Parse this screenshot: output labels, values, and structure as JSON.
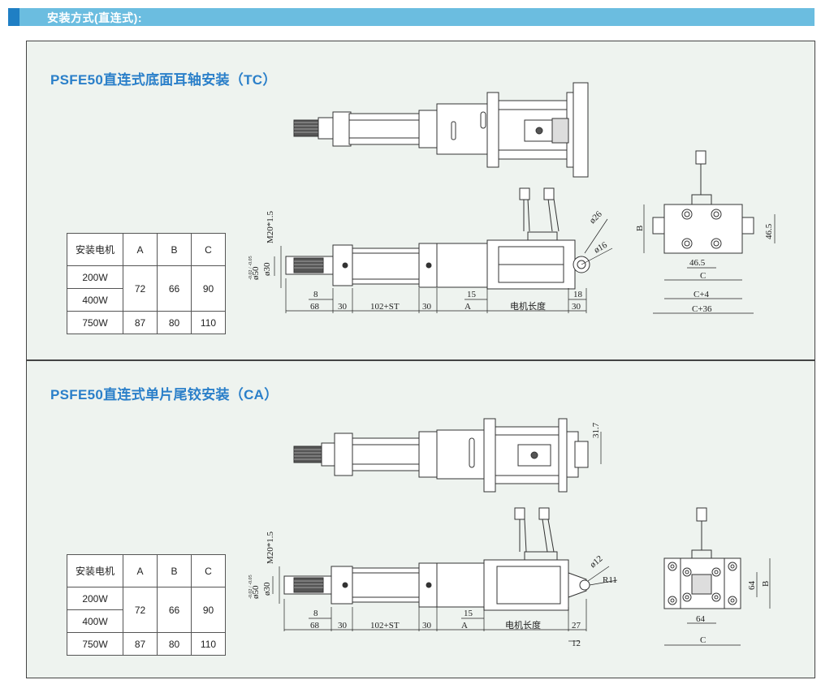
{
  "header": {
    "title": "安装方式(直连式):"
  },
  "sections": [
    {
      "title": "PSFE50直连式底面耳轴安装（TC）",
      "table": {
        "headers": [
          "安装电机",
          "A",
          "B",
          "C"
        ],
        "rows": [
          {
            "motor": "200W",
            "A": "72",
            "B": "66",
            "C": "90"
          },
          {
            "motor": "400W"
          },
          {
            "motor": "750W",
            "A": "87",
            "B": "80",
            "C": "110"
          }
        ]
      },
      "dims": {
        "m20": "M20*1.5",
        "d50": "ø50",
        "d50_tol": "-0.02 / -0.05",
        "d30": "ø30",
        "d26": "ø26",
        "d16": "ø16",
        "v8": "8",
        "v68": "68",
        "v30a": "30",
        "v102": "102+ST",
        "v30b": "30",
        "v15": "15",
        "vA": "A",
        "motor_len": "电机长度",
        "v18": "18",
        "v30c": "30",
        "vB": "B",
        "v46_5v": "46.5",
        "v46_5h": "46.5",
        "vC": "C",
        "vC4": "C+4",
        "vC36": "C+36"
      }
    },
    {
      "title": "PSFE50直连式单片尾铰安装（CA）",
      "table": {
        "headers": [
          "安装电机",
          "A",
          "B",
          "C"
        ],
        "rows": [
          {
            "motor": "200W",
            "A": "72",
            "B": "66",
            "C": "90"
          },
          {
            "motor": "400W"
          },
          {
            "motor": "750W",
            "A": "87",
            "B": "80",
            "C": "110"
          }
        ]
      },
      "dims": {
        "m20": "M20*1.5",
        "d50": "ø50",
        "d50_tol": "-0.02 / -0.05",
        "d30": "ø30",
        "d12": "ø12",
        "r11": "R11",
        "v31_7": "31.7",
        "v8": "8",
        "v68": "68",
        "v30a": "30",
        "v102": "102+ST",
        "v30b": "30",
        "v15": "15",
        "vA": "A",
        "motor_len": "电机长度",
        "v27": "27",
        "v12": "12",
        "v64v": "64",
        "vB": "B",
        "v64h": "64",
        "vC": "C"
      }
    }
  ]
}
